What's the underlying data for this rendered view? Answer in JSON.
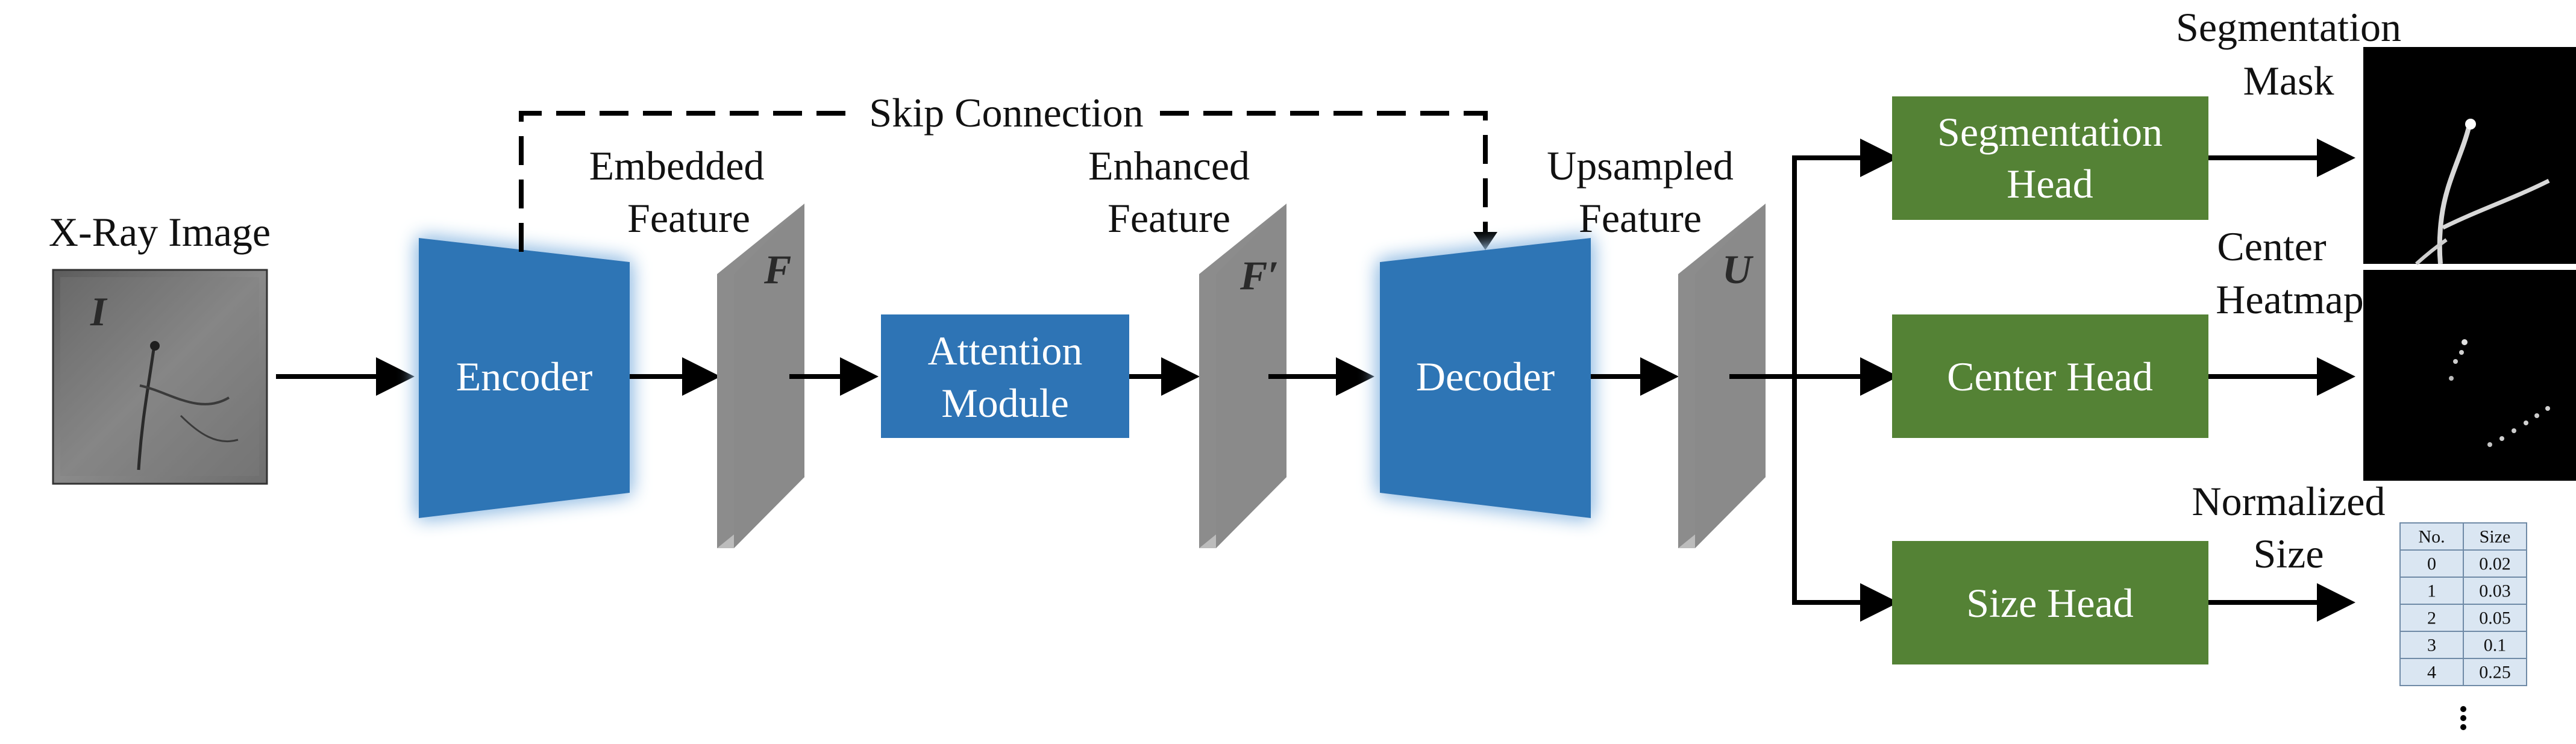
{
  "labels": {
    "xray_image": "X-Ray Image",
    "embedded_line1": "Embedded",
    "embedded_line2": "Feature",
    "enhanced_line1": "Enhanced",
    "enhanced_line2": "Feature",
    "upsampled_line1": "Upsampled",
    "upsampled_line2": "Feature",
    "skip_connection": "Skip Connection",
    "seg_mask_line1": "Segmentation",
    "seg_mask_line2": "Mask",
    "center_heatmap_line1": "Center",
    "center_heatmap_line2": "Heatmap",
    "norm_size_line1": "Normalized",
    "norm_size_line2": "Size"
  },
  "symbols": {
    "image": "I",
    "embedded": "F",
    "enhanced": "F′",
    "upsampled": "U"
  },
  "modules": {
    "encoder": "Encoder",
    "attention_line1": "Attention",
    "attention_line2": "Module",
    "decoder": "Decoder",
    "seg_head_line1": "Segmentation",
    "seg_head_line2": "Head",
    "center_head": "Center Head",
    "size_head": "Size Head"
  },
  "size_table": {
    "headers": [
      "No.",
      "Size"
    ],
    "rows": [
      [
        "0",
        "0.02"
      ],
      [
        "1",
        "0.03"
      ],
      [
        "2",
        "0.05"
      ],
      [
        "3",
        "0.1"
      ],
      [
        "4",
        "0.25"
      ]
    ]
  },
  "colors": {
    "module_blue": "#2e74b5",
    "head_green": "#548235",
    "feature_gray": "#8c8c8c",
    "glow": "#9dc3e6",
    "table_fill": "#dae6f2"
  }
}
